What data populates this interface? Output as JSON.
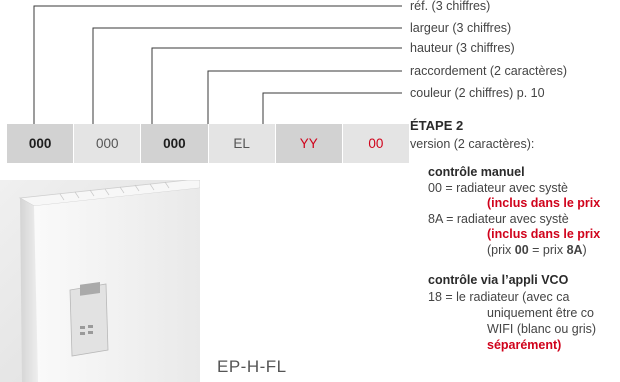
{
  "labels": {
    "ref": "réf. (3 chiffres)",
    "largeur": "largeur (3 chiffres)",
    "hauteur": "hauteur (3 chiffres)",
    "raccordement": "raccordement (2 caractères)",
    "couleur": "couleur (2 chiffres) p. 10"
  },
  "code_cells": [
    {
      "text": "000",
      "style": "bold"
    },
    {
      "text": "000",
      "style": "regular"
    },
    {
      "text": "000",
      "style": "bold"
    },
    {
      "text": "EL",
      "style": "regular"
    },
    {
      "text": "YY",
      "style": "red"
    },
    {
      "text": "00",
      "style": "red"
    }
  ],
  "etape": {
    "title": "ÉTAPE 2",
    "version": "version (2 caractères):"
  },
  "controle_manuel": {
    "heading": "contrôle manuel",
    "line1": "00 = radiateur avec systè",
    "line2_red": "(inclus dans le prix",
    "line3": "8A = radiateur avec systè",
    "line4_red": "(inclus dans le prix",
    "line5_pre": "(prix ",
    "line5_b1": "00",
    "line5_mid": " = prix ",
    "line5_b2": "8A",
    "line5_post": ")"
  },
  "controle_app": {
    "heading": "contrôle via l’appli VCO",
    "line1": "18  = le radiateur (avec ca",
    "line2": "uniquement être co",
    "line3": "WIFI (blanc ou gris)",
    "line4_red": "séparément)"
  },
  "model_label": "EP-H-FL",
  "colors": {
    "code_bg_dark": "#d2d2d2",
    "code_bg_light": "#e4e4e4",
    "accent_red": "#d0021b",
    "photo_bg": "#e8e8e8"
  }
}
